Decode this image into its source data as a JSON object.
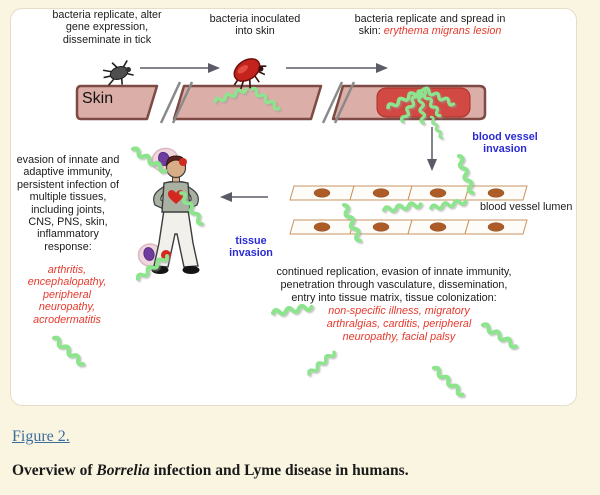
{
  "colors": {
    "page_bg": "#faf5e1",
    "panel_bg": "#ffffff",
    "panel_border": "#e4ddc7",
    "text_black": "#1c1c1c",
    "text_red": "#e5392c",
    "text_blue": "#2a2ad4",
    "link_blue": "#3c6d9c",
    "spirochete_green": "#8ce48c",
    "skin_pink": "#dcaea8",
    "skin_border": "#7d4b44",
    "lesion_red": "#d24943"
  },
  "panel": {
    "top_labels": {
      "tick_stage": {
        "lines": [
          "bacteria replicate, alter",
          "gene expression,",
          "disseminate in tick"
        ]
      },
      "inoculated": {
        "lines": [
          "bacteria inoculated",
          "into skin"
        ]
      },
      "spread": {
        "line1": "bacteria replicate and spread in",
        "line2_black": "skin:",
        "line2_red": "erythema migrans lesion"
      }
    },
    "skin_label": "Skin",
    "vessel": {
      "invasion_lines": [
        "blood vessel",
        "invasion"
      ],
      "lumen_label": "blood vessel lumen"
    },
    "tissue_invasion_lines": [
      "tissue",
      "invasion"
    ],
    "left_block": {
      "black_lines": [
        "evasion of innate and",
        "adaptive immunity,",
        "persistent infection of",
        "multiple tissues,",
        "including joints,",
        "CNS, PNS, skin,",
        "inflammatory",
        "response:"
      ],
      "red_lines": [
        "arthritis,",
        "encephalopathy,",
        "peripheral",
        "neuropathy,",
        "acrodermatitis"
      ]
    },
    "bottom_block": {
      "black_lines": [
        "continued replication, evasion of innate immunity,",
        "penetration through vasculature, dissemination,",
        "entry into tissue matrix, tissue colonization:"
      ],
      "red_lines": [
        "non-specific illness, migratory",
        "arthralgias, carditis, peripheral",
        "neuropathy, facial palsy"
      ]
    }
  },
  "footer": {
    "figure_link": "Figure 2.",
    "caption": {
      "prefix": "Overview of ",
      "species": "Borrelia",
      "suffix": " infection and Lyme disease in humans."
    }
  }
}
